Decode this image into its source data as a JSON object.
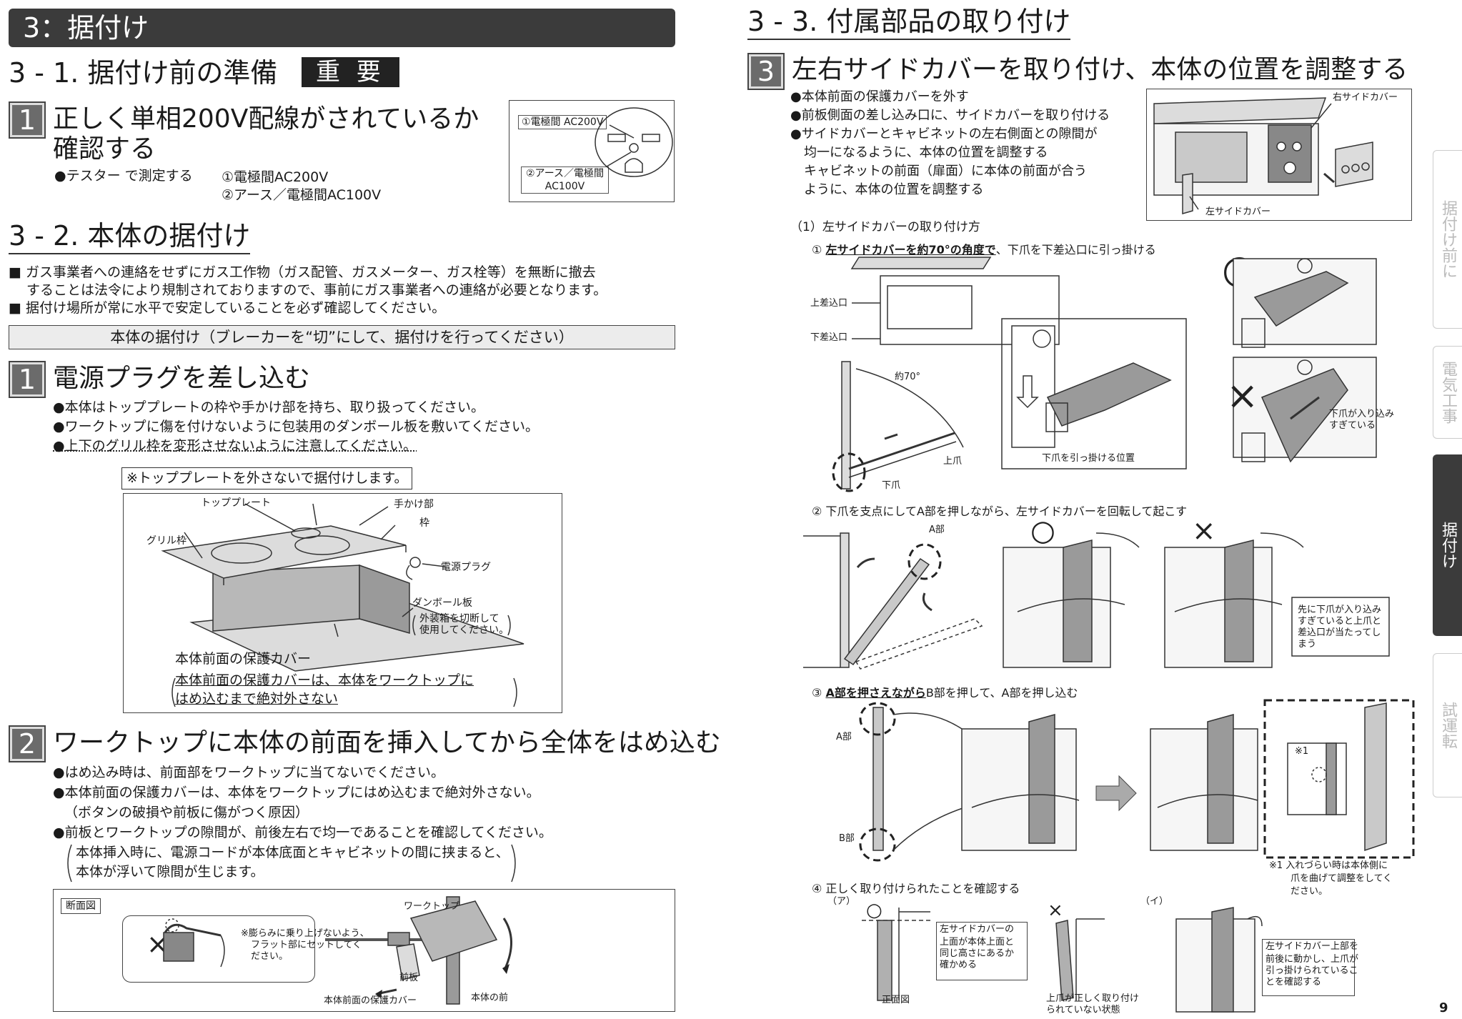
{
  "header": {
    "title": "3：据付け"
  },
  "sec31": {
    "title": "3 - 1. 据付け前の準備",
    "badge": "重 要"
  },
  "s31step1": {
    "num": "1",
    "title_line1": "正しく単相200V配線がされているか",
    "title_line2": "確認する",
    "bullet": "●テスター で測定する",
    "item1": "①電極間AC200V",
    "item2": "②アース／電極間AC100V",
    "diagram_label1": "①電極間 AC200V",
    "diagram_label2": "②アース／電極間",
    "diagram_label3": "AC100V"
  },
  "sec32": {
    "title": "3 - 2. 本体の据付け",
    "note1_line1": "■ ガス事業者への連絡をせずにガス工作物（ガス配管、ガスメーター、ガス栓等）を無断に撤去",
    "note1_line2": "することは法令により規制されておりますので、事前にガス事業者への連絡が必要となります。",
    "note2": "■ 据付け場所が常に水平で安定していることを必ず確認してください。",
    "bar": "本体の据付け（ブレーカーを“切”にして、据付けを行ってください）"
  },
  "s32step1": {
    "num": "1",
    "title": "電源プラグを差し込む",
    "b1": "●本体はトッププレートの枠や手かけ部を持ち、取り扱ってください。",
    "b2": "●ワークトップに傷を付けないように包装用のダンボール板を敷いてください。",
    "b3": "●上下のグリル枠を変形させないように注意してください。",
    "boxed_note": "※トッププレートを外さないで据付けします。",
    "lbl_topplate": "トッププレート",
    "lbl_handle": "手かけ部",
    "lbl_frame": "枠",
    "lbl_grill": "グリル枠",
    "lbl_plug": "電源プラグ",
    "lbl_cardboard": "ダンボール板",
    "lbl_cardboard_note1": "外装箱を切断して",
    "lbl_cardboard_note2": "使用してください。",
    "lbl_cover": "本体前面の保護カバー",
    "warn1": "本体前面の保護カバーは、本体をワークトップに",
    "warn2": "はめ込むまで絶対外さない"
  },
  "s32step2": {
    "num": "2",
    "title": "ワークトップに本体の前面を挿入してから全体をはめ込む",
    "b1": "●はめ込み時は、前面部をワークトップに当てないでください。",
    "b2": "●本体前面の保護カバーは、本体をワークトップにはめ込むまで絶対外さない。",
    "b3": "（ボタンの破損や前板に傷がつく原因）",
    "b4": "●前板とワークトップの隙間が、前後左右で均一であることを確認してください。",
    "paren1": "本体挿入時に、電源コードが本体底面とキャビネットの間に挟まると、",
    "paren2": "本体が浮いて隙間が生じます。",
    "section_label": "断面図",
    "x_mark": "×",
    "x_note1": "※膨らみに乗り上げないよう、",
    "x_note2": "フラット部にセットしてく",
    "x_note3": "ださい。",
    "lbl_worktop": "ワークトップ",
    "lbl_frontplate": "前板",
    "lbl_cover": "本体前面の保護カバー",
    "lbl_front": "本体の前"
  },
  "sec33": {
    "title": "3 - 3. 付属部品の取り付け",
    "step_num": "3",
    "step_title": "左右サイドカバーを取り付け、本体の位置を調整する",
    "b1": "●本体前面の保護カバーを外す",
    "b2": "●前板側面の差し込み口に、サイドカバーを取り付ける",
    "b3": "●サイドカバーとキャビネットの左右側面との隙間が",
    "b3b": "均一になるように、本体の位置を調整する",
    "b3c": "キャビネットの前面（扉面）に本体の前面が合う",
    "b3d": "ように、本体の位置を調整する",
    "lbl_right_cover": "右サイドカバー",
    "lbl_left_cover": "左サイドカバー",
    "sub1": "（1）左サイドカバーの取り付け方",
    "step_a": "①",
    "step_a_ul": "左サイドカバーを約70°の角度で",
    "step_a_rest": "、下爪を下差込口に引っ掛ける",
    "lbl_upper_slot": "上差込口",
    "lbl_lower_slot": "下差込口",
    "lbl_angle": "約70°",
    "lbl_upper_claw": "上爪",
    "lbl_lower_claw": "下爪",
    "lbl_hook_pos": "下爪を引っ掛ける位置",
    "circle_mark": "○",
    "x_mark": "×",
    "lbl_too_deep1": "下爪が入り込み",
    "lbl_too_deep2": "すぎている",
    "step_b": "② 下爪を支点にしてA部を押しながら、左サイドカバーを回転して起こす",
    "lbl_A": "A部",
    "note_b1": "先に下爪が入り込み",
    "note_b2": "すぎていると上爪と",
    "note_b3": "差込口が当たってし",
    "note_b4": "まう",
    "step_c": "③",
    "step_c_ul": "A部を押さえながら",
    "step_c_rest": "B部を押して、A部を押し込む",
    "lbl_B": "B部",
    "note_star": "※1",
    "note_c1": "※1 入れづらい時は本体側に",
    "note_c2": "爪を曲げて調整をしてく",
    "note_c3": "ださい。",
    "step_d": "④ 正しく取り付けられたことを確認する",
    "lbl_a": "（ア）",
    "lbl_i": "（イ）",
    "lbl_front_view": "正面図",
    "note_d1": "左サイドカバーの",
    "note_d2": "上面が本体上面と",
    "note_d3": "同じ高さにあるか",
    "note_d4": "確かめる",
    "note_e1": "上爪が正しく取り付け",
    "note_e2": "られていない状態",
    "note_f1": "左サイドカバー上部を",
    "note_f2": "前後に動かし、上爪が",
    "note_f3": "引っ掛けられているこ",
    "note_f4": "とを確認する"
  },
  "side_tabs": [
    {
      "label": "据付け前に",
      "active": false
    },
    {
      "label": "電気工事",
      "active": false
    },
    {
      "label": "据付け",
      "active": true
    },
    {
      "label": "試運転",
      "active": false
    }
  ],
  "page_number": "9"
}
